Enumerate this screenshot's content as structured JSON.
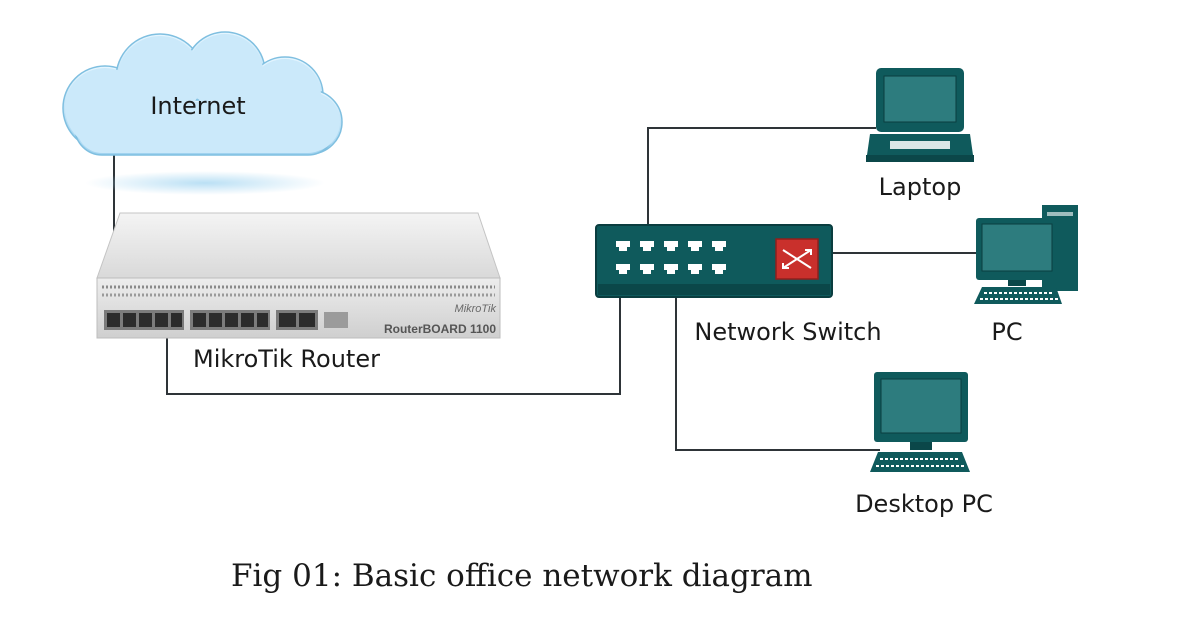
{
  "nodes": {
    "internet": "Internet",
    "router": "MikroTik Router",
    "router_brand": "MikroTik",
    "router_model": "RouterBOARD 1100",
    "switch": "Network Switch",
    "laptop": "Laptop",
    "pc": "PC",
    "desktop": "Desktop PC"
  },
  "caption": "Fig 01: Basic office network diagram",
  "colors": {
    "device_teal": "#0f5a5c",
    "port_white": "#ffffff",
    "uplink_red": "#c9302c",
    "cloud_blue": "#a9d8f2",
    "wire": "#2e3438"
  }
}
